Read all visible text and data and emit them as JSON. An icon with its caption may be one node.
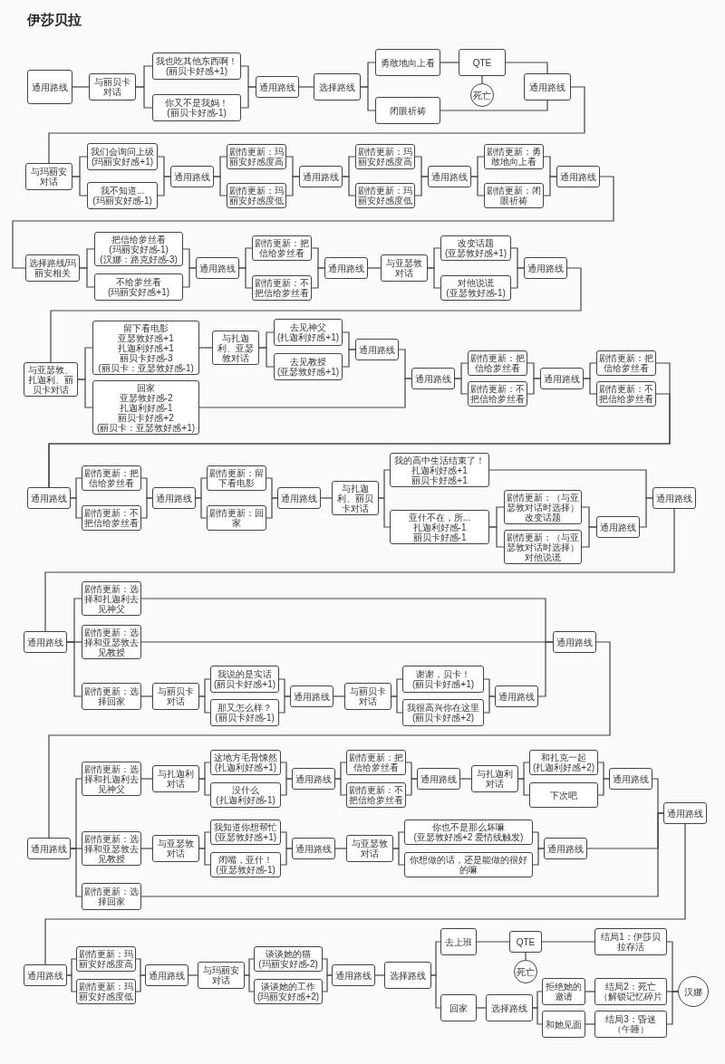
{
  "diagram": {
    "title": "伊莎贝拉",
    "nodes": [
      {
        "text": [
          "通用路线"
        ]
      },
      {
        "text": [
          "与丽贝卡对话"
        ]
      },
      {
        "text": [
          "我也吃其他东西啊！",
          "(丽贝卡好感+1)"
        ]
      },
      {
        "text": [
          "你又不是我妈！",
          "(丽贝卡好感-1)"
        ]
      },
      {
        "text": [
          "通用路线"
        ]
      },
      {
        "text": [
          "选择路线"
        ]
      },
      {
        "text": [
          "勇敢地向上看"
        ]
      },
      {
        "text": [
          "闭眼祈祷"
        ]
      },
      {
        "text": [
          "QTE"
        ]
      },
      {
        "text": [
          "死亡"
        ]
      },
      {
        "text": [
          "通用路线"
        ]
      },
      {
        "text": [
          "与玛丽安对话"
        ]
      },
      {
        "text": [
          "我们会询问上级",
          "(玛丽安好感+1)"
        ]
      },
      {
        "text": [
          "我不知道...",
          "(玛丽安好感-1)"
        ]
      },
      {
        "text": [
          "通用路线"
        ]
      },
      {
        "text": [
          "剧情更新：玛丽安好感度高"
        ]
      },
      {
        "text": [
          "剧情更新：玛丽安好感度低"
        ]
      },
      {
        "text": [
          "通用路线"
        ]
      },
      {
        "text": [
          "剧情更新：玛丽安好感度高"
        ]
      },
      {
        "text": [
          "剧情更新：玛丽安好感度低"
        ]
      },
      {
        "text": [
          "通用路线"
        ]
      },
      {
        "text": [
          "剧情更新：勇敢地向上看"
        ]
      },
      {
        "text": [
          "剧情更新：闭眼祈祷"
        ]
      },
      {
        "text": [
          "通用路线"
        ]
      },
      {
        "text": [
          "选择路线/玛丽安相关"
        ]
      },
      {
        "text": [
          "把信给萝丝看",
          "(玛丽安好感-1)",
          "(汉娜：路克好感-3)"
        ]
      },
      {
        "text": [
          "不给萝丝看",
          "(玛丽安好感+1)"
        ]
      },
      {
        "text": [
          "通用路线"
        ]
      },
      {
        "text": [
          "剧情更新：把信给萝丝看"
        ]
      },
      {
        "text": [
          "剧情更新：不把信给萝丝看"
        ]
      },
      {
        "text": [
          "通用路线"
        ]
      },
      {
        "text": [
          "与亚瑟敦对话"
        ]
      },
      {
        "text": [
          "改变话题",
          "(亚瑟敦好感+1)"
        ]
      },
      {
        "text": [
          "对他说谎",
          "(亚瑟敦好感-1)"
        ]
      },
      {
        "text": [
          "通用路线"
        ]
      },
      {
        "text": [
          "与亚瑟敦、扎迦利、丽贝卡对话"
        ]
      },
      {
        "text": [
          "留下看电影",
          "亚瑟敦好感+1",
          "扎迦利好感+1",
          "丽贝卡好感-3",
          "(丽贝卡：亚瑟敦好感-1)"
        ]
      },
      {
        "text": [
          "回家",
          "亚瑟敦好感-2",
          "扎迦利好感-1",
          "丽贝卡好感+2",
          "(丽贝卡：亚瑟敦好感+1)"
        ]
      },
      {
        "text": [
          "与扎迦利、亚瑟敦对话"
        ]
      },
      {
        "text": [
          "去见神父",
          "(扎迦利好感+1)"
        ]
      },
      {
        "text": [
          "去见教授",
          "(亚瑟敦好感+1)"
        ]
      },
      {
        "text": [
          "通用路线"
        ]
      },
      {
        "text": [
          "通用路线"
        ]
      },
      {
        "text": [
          "剧情更新：把信给萝丝看"
        ]
      },
      {
        "text": [
          "剧情更新：不把信给萝丝看"
        ]
      },
      {
        "text": [
          "通用路线"
        ]
      },
      {
        "text": [
          "剧情更新：把信给萝丝看"
        ]
      },
      {
        "text": [
          "剧情更新：不把信给萝丝看"
        ]
      },
      {
        "text": [
          "通用路线"
        ]
      },
      {
        "text": [
          "剧情更新：把信给萝丝看"
        ]
      },
      {
        "text": [
          "剧情更新：不把信给萝丝看"
        ]
      },
      {
        "text": [
          "通用路线"
        ]
      },
      {
        "text": [
          "剧情更新：留下看电影"
        ]
      },
      {
        "text": [
          "剧情更新：回家"
        ]
      },
      {
        "text": [
          "通用路线"
        ]
      },
      {
        "text": [
          "与扎迦利、丽贝卡对话"
        ]
      },
      {
        "text": [
          "我的高中生活结束了！",
          "扎迦利好感+1",
          "丽贝卡好感+1"
        ]
      },
      {
        "text": [
          "亚什不在，所...",
          "扎迦利好感-1",
          "丽贝卡好感-1"
        ]
      },
      {
        "text": [
          "剧情更新：（与亚瑟敦对话时选择）改变话题"
        ]
      },
      {
        "text": [
          "剧情更新：（与亚瑟敦对话时选择）对他说谎"
        ]
      },
      {
        "text": [
          "通用路线"
        ]
      },
      {
        "text": [
          "通用路线"
        ]
      },
      {
        "text": [
          "通用路线"
        ]
      },
      {
        "text": [
          "剧情更新：选择和扎迦利去见神父"
        ]
      },
      {
        "text": [
          "剧情更新：选择和亚瑟敦去见教授"
        ]
      },
      {
        "text": [
          "剧情更新：选择回家"
        ]
      },
      {
        "text": [
          "与丽贝卡对话"
        ]
      },
      {
        "text": [
          "我说的是实话",
          "(丽贝卡好感+1)"
        ]
      },
      {
        "text": [
          "那又怎么样？",
          "(丽贝卡好感-1)"
        ]
      },
      {
        "text": [
          "通用路线"
        ]
      },
      {
        "text": [
          "与丽贝卡对话"
        ]
      },
      {
        "text": [
          "谢谢，贝卡！",
          "(丽贝卡好感+1)"
        ]
      },
      {
        "text": [
          "我很高兴你在这里",
          "(丽贝卡好感+2)"
        ]
      },
      {
        "text": [
          "通用路线"
        ]
      },
      {
        "text": [
          "通用路线"
        ]
      },
      {
        "text": [
          "通用路线"
        ]
      },
      {
        "text": [
          "剧情更新：选择和扎迦利去见神父"
        ]
      },
      {
        "text": [
          "与扎迦利对话"
        ]
      },
      {
        "text": [
          "这地方毛骨悚然",
          "(扎迦利好感+1)"
        ]
      },
      {
        "text": [
          "没什么",
          "(扎迦利好感-1)"
        ]
      },
      {
        "text": [
          "通用路线"
        ]
      },
      {
        "text": [
          "剧情更新：把信给萝丝看"
        ]
      },
      {
        "text": [
          "剧情更新：不把信给萝丝看"
        ]
      },
      {
        "text": [
          "通用路线"
        ]
      },
      {
        "text": [
          "与扎迦利对话"
        ]
      },
      {
        "text": [
          "和扎克一起",
          "(扎迦利好感+2)"
        ]
      },
      {
        "text": [
          "下次吧"
        ]
      },
      {
        "text": [
          "通用路线"
        ]
      },
      {
        "text": [
          "剧情更新：选择和亚瑟敦去见教授"
        ]
      },
      {
        "text": [
          "与亚瑟敦对话"
        ]
      },
      {
        "text": [
          "我知道你想帮忙",
          "(亚瑟敦好感+1)"
        ]
      },
      {
        "text": [
          "闭嘴，亚什！",
          "(亚瑟敦好感-1)"
        ]
      },
      {
        "text": [
          "通用路线"
        ]
      },
      {
        "text": [
          "与亚瑟敦对话"
        ]
      },
      {
        "text": [
          "你也不是那么坏嘛",
          "(亚瑟敦好感+2 爱情线触发)"
        ]
      },
      {
        "text": [
          "你想做的话，还是能做的很好的嘛"
        ]
      },
      {
        "text": [
          "通用路线"
        ]
      },
      {
        "text": [
          "剧情更新：选择回家"
        ]
      },
      {
        "text": [
          "通用路线"
        ]
      },
      {
        "text": [
          "通用路线"
        ]
      },
      {
        "text": [
          "剧情更新：玛丽安好感度高"
        ]
      },
      {
        "text": [
          "剧情更新：玛丽安好感度低"
        ]
      },
      {
        "text": [
          "通用路线"
        ]
      },
      {
        "text": [
          "与玛丽安对话"
        ]
      },
      {
        "text": [
          "谈谈她的猫",
          "(玛丽安好感-2)"
        ]
      },
      {
        "text": [
          "谈谈她的工作",
          "(玛丽安好感+2)"
        ]
      },
      {
        "text": [
          "通用路线"
        ]
      },
      {
        "text": [
          "选择路线"
        ]
      },
      {
        "text": [
          "去上班"
        ]
      },
      {
        "text": [
          "回家"
        ]
      },
      {
        "text": [
          "QTE"
        ]
      },
      {
        "text": [
          "死亡"
        ]
      },
      {
        "text": [
          "结局1：伊莎贝拉存活"
        ]
      },
      {
        "text": [
          "选择路线"
        ]
      },
      {
        "text": [
          "拒绝她的邀请"
        ]
      },
      {
        "text": [
          "和她见面"
        ]
      },
      {
        "text": [
          "结局2：死亡（解锁记忆碎片"
        ]
      },
      {
        "text": [
          "结局3：昏迷（午睡）"
        ]
      },
      {
        "text": [
          "汉娜"
        ]
      }
    ],
    "edges": [
      {
        "from": 0,
        "to": 1,
        "arrow": "none"
      },
      {
        "from": 1,
        "to": 2,
        "arrow": "none"
      },
      {
        "from": 1,
        "to": 3,
        "arrow": "none"
      },
      {
        "from": 2,
        "to": 4,
        "arrow": "none"
      },
      {
        "from": 3,
        "to": 4,
        "arrow": "none"
      },
      {
        "from": 4,
        "to": 5,
        "arrow": "none"
      },
      {
        "from": 5,
        "to": 6,
        "arrow": "none"
      },
      {
        "from": 5,
        "to": 7,
        "arrow": "none"
      },
      {
        "from": 6,
        "to": 8,
        "arrow": "none"
      },
      {
        "from": 8,
        "to": 9,
        "arrow": "none"
      },
      {
        "from": 8,
        "to": 10,
        "arrow": "none"
      },
      {
        "from": 7,
        "to": 10,
        "arrow": "none"
      },
      {
        "from": 10,
        "to": 11,
        "arrow": "none"
      },
      {
        "from": 11,
        "to": 12,
        "arrow": "none"
      },
      {
        "from": 11,
        "to": 13,
        "arrow": "none"
      },
      {
        "from": 12,
        "to": 14,
        "arrow": "none"
      },
      {
        "from": 13,
        "to": 14,
        "arrow": "none"
      },
      {
        "from": 14,
        "to": 15,
        "arrow": "none"
      },
      {
        "from": 14,
        "to": 16,
        "arrow": "none"
      },
      {
        "from": 15,
        "to": 17,
        "arrow": "none"
      },
      {
        "from": 16,
        "to": 17,
        "arrow": "none"
      },
      {
        "from": 17,
        "to": 18,
        "arrow": "none"
      },
      {
        "from": 17,
        "to": 19,
        "arrow": "none"
      },
      {
        "from": 18,
        "to": 20,
        "arrow": "none"
      },
      {
        "from": 19,
        "to": 20,
        "arrow": "none"
      },
      {
        "from": 20,
        "to": 21,
        "arrow": "none"
      },
      {
        "from": 20,
        "to": 22,
        "arrow": "none"
      },
      {
        "from": 21,
        "to": 23,
        "arrow": "none"
      },
      {
        "from": 22,
        "to": 23,
        "arrow": "none"
      },
      {
        "from": 23,
        "to": 24,
        "arrow": "none"
      },
      {
        "from": 24,
        "to": 25,
        "arrow": "none"
      },
      {
        "from": 24,
        "to": 26,
        "arrow": "none"
      },
      {
        "from": 25,
        "to": 27,
        "arrow": "none"
      },
      {
        "from": 26,
        "to": 27,
        "arrow": "none"
      },
      {
        "from": 27,
        "to": 28,
        "arrow": "none"
      },
      {
        "from": 27,
        "to": 29,
        "arrow": "none"
      },
      {
        "from": 28,
        "to": 30,
        "arrow": "none"
      },
      {
        "from": 29,
        "to": 30,
        "arrow": "none"
      },
      {
        "from": 30,
        "to": 31,
        "arrow": "none"
      },
      {
        "from": 31,
        "to": 32,
        "arrow": "none"
      },
      {
        "from": 31,
        "to": 33,
        "arrow": "none"
      },
      {
        "from": 32,
        "to": 34,
        "arrow": "none"
      },
      {
        "from": 33,
        "to": 34,
        "arrow": "none"
      },
      {
        "from": 34,
        "to": 35,
        "arrow": "none"
      },
      {
        "from": 35,
        "to": 36,
        "arrow": "none"
      },
      {
        "from": 35,
        "to": 37,
        "arrow": "none"
      },
      {
        "from": 36,
        "to": 38,
        "arrow": "none"
      },
      {
        "from": 38,
        "to": 39,
        "arrow": "none"
      },
      {
        "from": 38,
        "to": 40,
        "arrow": "none"
      },
      {
        "from": 39,
        "to": 41,
        "arrow": "none"
      },
      {
        "from": 40,
        "to": 41,
        "arrow": "none"
      },
      {
        "from": 41,
        "to": 42,
        "arrow": "none"
      },
      {
        "from": 37,
        "to": 42,
        "arrow": "none"
      },
      {
        "from": 42,
        "to": 43,
        "arrow": "none"
      },
      {
        "from": 42,
        "to": 44,
        "arrow": "none"
      },
      {
        "from": 43,
        "to": 45,
        "arrow": "none"
      },
      {
        "from": 44,
        "to": 45,
        "arrow": "none"
      },
      {
        "from": 45,
        "to": 46,
        "arrow": "none"
      },
      {
        "from": 45,
        "to": 47,
        "arrow": "none"
      },
      {
        "from": 46,
        "to": 48,
        "arrow": "none"
      },
      {
        "from": 47,
        "to": 48,
        "arrow": "none"
      },
      {
        "from": 48,
        "to": 49,
        "arrow": "none"
      },
      {
        "from": 48,
        "to": 50,
        "arrow": "none"
      },
      {
        "from": 49,
        "to": 51,
        "arrow": "none"
      },
      {
        "from": 50,
        "to": 51,
        "arrow": "none"
      },
      {
        "from": 51,
        "to": 52,
        "arrow": "none"
      },
      {
        "from": 51,
        "to": 53,
        "arrow": "none"
      },
      {
        "from": 52,
        "to": 54,
        "arrow": "none"
      },
      {
        "from": 53,
        "to": 54,
        "arrow": "none"
      },
      {
        "from": 54,
        "to": 55,
        "arrow": "none"
      },
      {
        "from": 55,
        "to": 56,
        "arrow": "none"
      },
      {
        "from": 55,
        "to": 57,
        "arrow": "none"
      },
      {
        "from": 56,
        "to": 61,
        "arrow": "none"
      },
      {
        "from": 57,
        "to": 58,
        "arrow": "none"
      },
      {
        "from": 57,
        "to": 59,
        "arrow": "none"
      },
      {
        "from": 58,
        "to": 60,
        "arrow": "none"
      },
      {
        "from": 59,
        "to": 60,
        "arrow": "none"
      },
      {
        "from": 60,
        "to": 61,
        "arrow": "none"
      },
      {
        "from": 61,
        "to": 62,
        "arrow": "none"
      },
      {
        "from": 62,
        "to": 63,
        "arrow": "none"
      },
      {
        "from": 62,
        "to": 64,
        "arrow": "none"
      },
      {
        "from": 62,
        "to": 65,
        "arrow": "none"
      },
      {
        "from": 63,
        "to": 74,
        "arrow": "none"
      },
      {
        "from": 64,
        "to": 74,
        "arrow": "none"
      },
      {
        "from": 65,
        "to": 66,
        "arrow": "none"
      },
      {
        "from": 66,
        "to": 67,
        "arrow": "none"
      },
      {
        "from": 66,
        "to": 68,
        "arrow": "none"
      },
      {
        "from": 67,
        "to": 69,
        "arrow": "none"
      },
      {
        "from": 68,
        "to": 69,
        "arrow": "none"
      },
      {
        "from": 69,
        "to": 70,
        "arrow": "none"
      },
      {
        "from": 70,
        "to": 71,
        "arrow": "none"
      },
      {
        "from": 70,
        "to": 72,
        "arrow": "none"
      },
      {
        "from": 71,
        "to": 73,
        "arrow": "none"
      },
      {
        "from": 72,
        "to": 73,
        "arrow": "none"
      },
      {
        "from": 73,
        "to": 74,
        "arrow": "none"
      },
      {
        "from": 74,
        "to": 75,
        "arrow": "none"
      },
      {
        "from": 75,
        "to": 76,
        "arrow": "none"
      },
      {
        "from": 75,
        "to": 88,
        "arrow": "none"
      },
      {
        "from": 75,
        "to": 97,
        "arrow": "none"
      },
      {
        "from": 76,
        "to": 77,
        "arrow": "none"
      },
      {
        "from": 77,
        "to": 78,
        "arrow": "none"
      },
      {
        "from": 77,
        "to": 79,
        "arrow": "none"
      },
      {
        "from": 78,
        "to": 80,
        "arrow": "none"
      },
      {
        "from": 79,
        "to": 80,
        "arrow": "none"
      },
      {
        "from": 80,
        "to": 81,
        "arrow": "none"
      },
      {
        "from": 80,
        "to": 82,
        "arrow": "none"
      },
      {
        "from": 81,
        "to": 83,
        "arrow": "none"
      },
      {
        "from": 82,
        "to": 83,
        "arrow": "none"
      },
      {
        "from": 83,
        "to": 84,
        "arrow": "none"
      },
      {
        "from": 84,
        "to": 85,
        "arrow": "none"
      },
      {
        "from": 84,
        "to": 86,
        "arrow": "none"
      },
      {
        "from": 85,
        "to": 87,
        "arrow": "none"
      },
      {
        "from": 86,
        "to": 87,
        "arrow": "none"
      },
      {
        "from": 87,
        "to": 98,
        "arrow": "none"
      },
      {
        "from": 88,
        "to": 89,
        "arrow": "none"
      },
      {
        "from": 89,
        "to": 90,
        "arrow": "none"
      },
      {
        "from": 89,
        "to": 91,
        "arrow": "none"
      },
      {
        "from": 90,
        "to": 92,
        "arrow": "none"
      },
      {
        "from": 91,
        "to": 92,
        "arrow": "none"
      },
      {
        "from": 92,
        "to": 93,
        "arrow": "none"
      },
      {
        "from": 93,
        "to": 94,
        "arrow": "none"
      },
      {
        "from": 93,
        "to": 95,
        "arrow": "none"
      },
      {
        "from": 94,
        "to": 96,
        "arrow": "none"
      },
      {
        "from": 95,
        "to": 96,
        "arrow": "none"
      },
      {
        "from": 96,
        "to": 98,
        "arrow": "none"
      },
      {
        "from": 97,
        "to": 98,
        "arrow": "none"
      },
      {
        "from": 98,
        "to": 99,
        "arrow": "none"
      },
      {
        "from": 99,
        "to": 100,
        "arrow": "none"
      },
      {
        "from": 99,
        "to": 101,
        "arrow": "none"
      },
      {
        "from": 100,
        "to": 102,
        "arrow": "none"
      },
      {
        "from": 101,
        "to": 102,
        "arrow": "none"
      },
      {
        "from": 102,
        "to": 103,
        "arrow": "none"
      },
      {
        "from": 103,
        "to": 104,
        "arrow": "none"
      },
      {
        "from": 103,
        "to": 105,
        "arrow": "none"
      },
      {
        "from": 104,
        "to": 106,
        "arrow": "none"
      },
      {
        "from": 105,
        "to": 106,
        "arrow": "none"
      },
      {
        "from": 106,
        "to": 107,
        "arrow": "none"
      },
      {
        "from": 107,
        "to": 108,
        "arrow": "none"
      },
      {
        "from": 107,
        "to": 109,
        "arrow": "none"
      },
      {
        "from": 108,
        "to": 110,
        "arrow": "none"
      },
      {
        "from": 110,
        "to": 111,
        "arrow": "none"
      },
      {
        "from": 110,
        "to": 112,
        "arrow": "none"
      },
      {
        "from": 109,
        "to": 113,
        "arrow": "none"
      },
      {
        "from": 113,
        "to": 114,
        "arrow": "none"
      },
      {
        "from": 113,
        "to": 115,
        "arrow": "none"
      },
      {
        "from": 114,
        "to": 116,
        "arrow": "none"
      },
      {
        "from": 115,
        "to": 117,
        "arrow": "none"
      },
      {
        "from": 112,
        "to": 118,
        "arrow": "none"
      },
      {
        "from": 116,
        "to": 118,
        "arrow": "none"
      },
      {
        "from": 117,
        "to": 118,
        "arrow": "none"
      }
    ]
  }
}
